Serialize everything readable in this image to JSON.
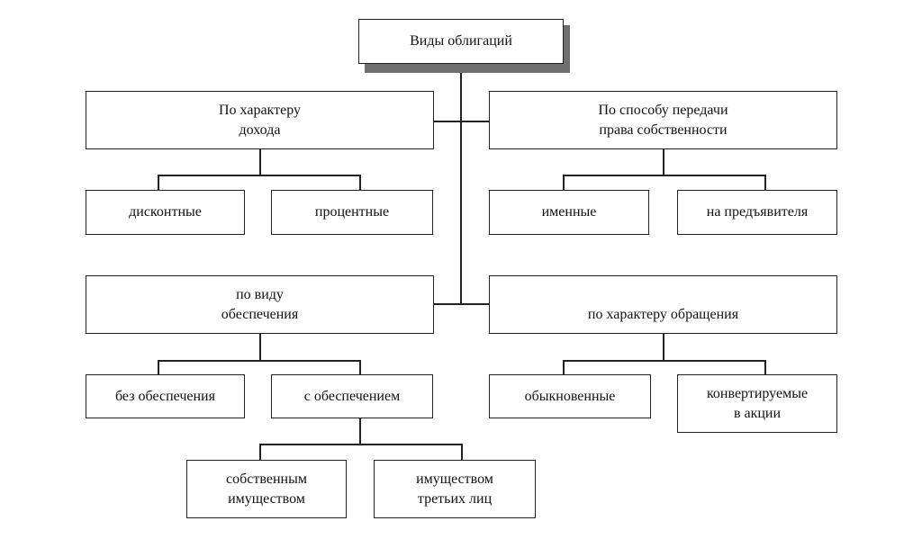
{
  "root": {
    "label": "Виды облигаций"
  },
  "categories": {
    "income": {
      "line1": "По характеру",
      "line2": "дохода"
    },
    "ownership": {
      "line1": "По способу передачи",
      "line2": "права собственности"
    },
    "security": {
      "line1": "по виду",
      "line2": "обеспечения"
    },
    "circulation": {
      "line1": "по характеру обращения"
    }
  },
  "leaves": {
    "discount": "дисконтные",
    "interest": "процентные",
    "registered": "именные",
    "bearer": "на предъявителя",
    "unsecured": "без обеспечения",
    "secured": "с обеспечением",
    "ordinary": "обыкновенные",
    "convertible": {
      "line1": "конвертируемые",
      "line2": "в акции"
    },
    "own_property": {
      "line1": "собственным",
      "line2": "имуществом"
    },
    "third_party": {
      "line1": "имуществом",
      "line2": "третьих лиц"
    }
  }
}
